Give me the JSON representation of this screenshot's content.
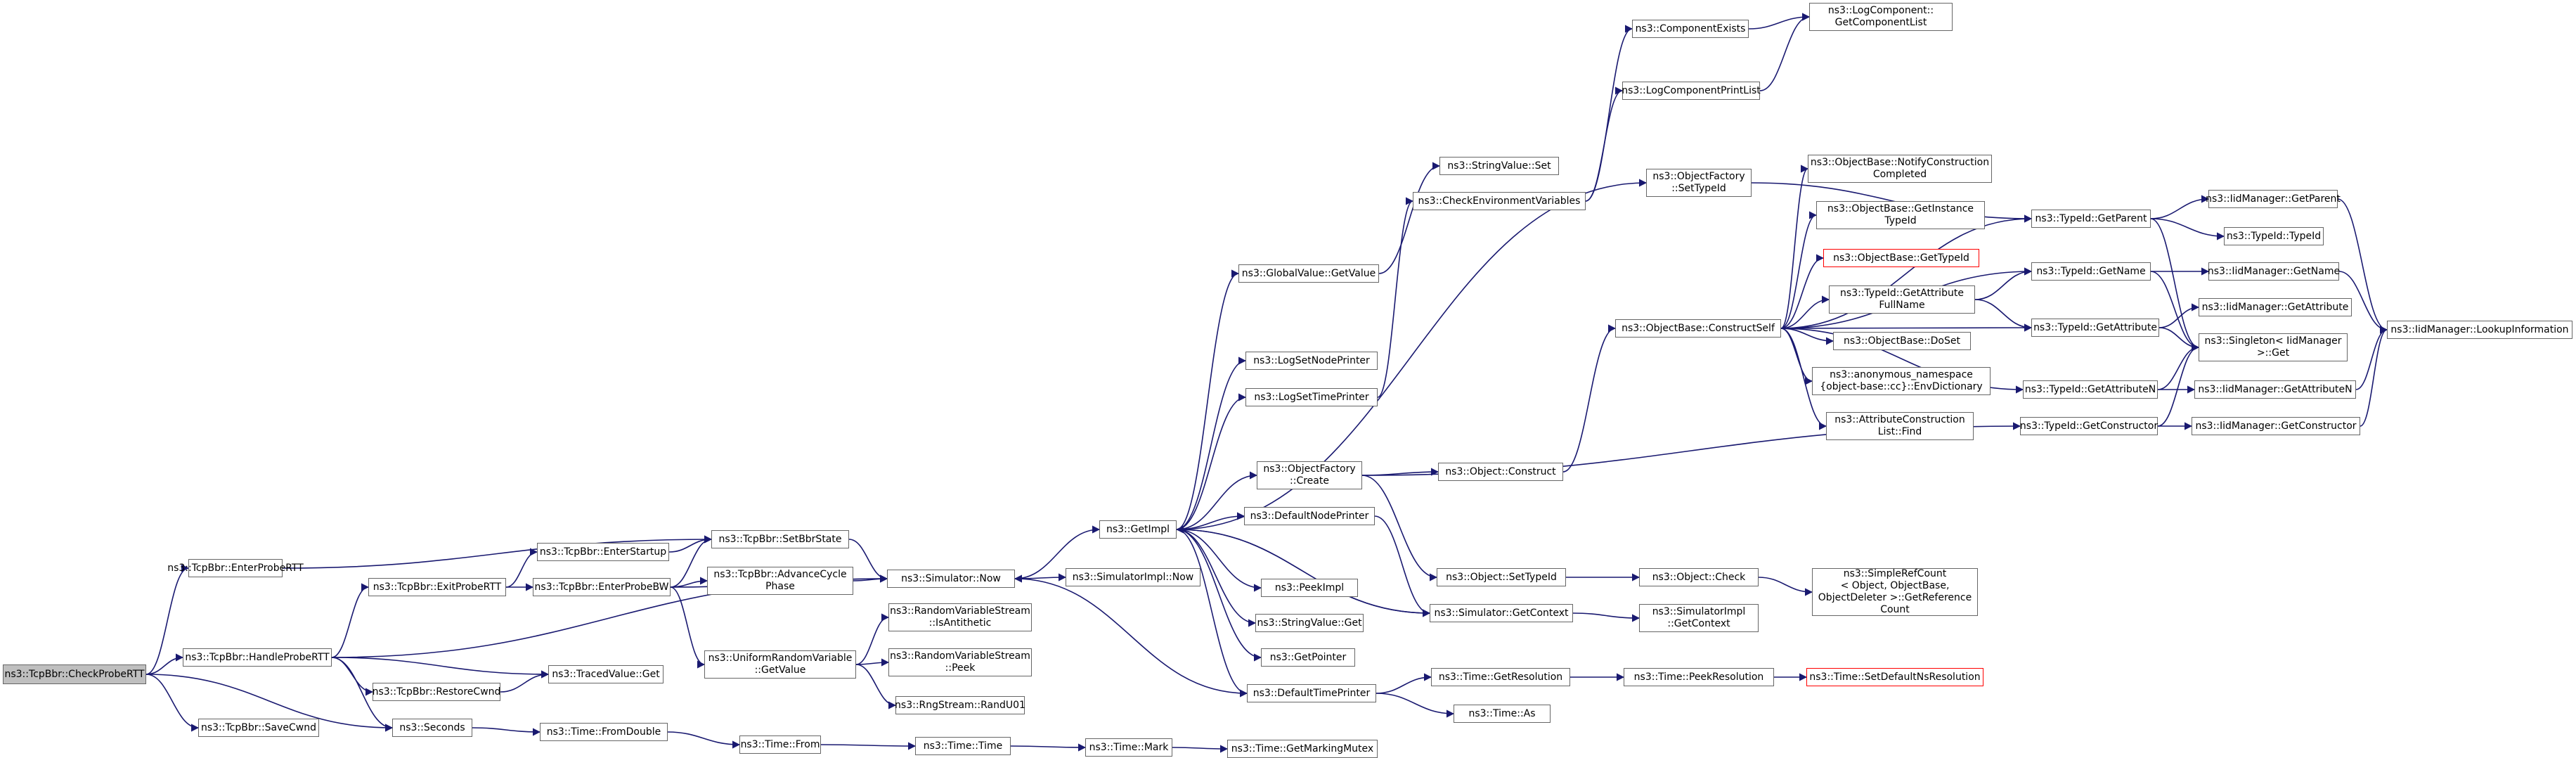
{
  "colors": {
    "edge": "#191970",
    "node_border": "#666666",
    "root_fill": "#bfbfbf",
    "missing_border": "#ff0000"
  },
  "nodes": [
    {
      "id": "n_root",
      "label": "ns3::TcpBbr::CheckProbeRTT",
      "root": true
    },
    {
      "id": "n_enterprobertt",
      "label": "ns3::TcpBbr::EnterProbeRTT"
    },
    {
      "id": "n_handleprobertt",
      "label": "ns3::TcpBbr::HandleProbeRTT"
    },
    {
      "id": "n_savecwnd",
      "label": "ns3::TcpBbr::SaveCwnd"
    },
    {
      "id": "n_setbbrstate",
      "label": "ns3::TcpBbr::SetBbrState"
    },
    {
      "id": "n_exitprobertt",
      "label": "ns3::TcpBbr::ExitProbeRTT"
    },
    {
      "id": "n_enterstartup",
      "label": "ns3::TcpBbr::EnterStartup"
    },
    {
      "id": "n_enterprobebw",
      "label": "ns3::TcpBbr::EnterProbeBW"
    },
    {
      "id": "n_advancecycle",
      "label": "ns3::TcpBbr::AdvanceCycle\nPhase"
    },
    {
      "id": "n_uniform",
      "label": "ns3::UniformRandomVariable\n::GetValue"
    },
    {
      "id": "n_restorecwnd",
      "label": "ns3::TcpBbr::RestoreCwnd"
    },
    {
      "id": "n_tracedvalue",
      "label": "ns3::TracedValue::Get"
    },
    {
      "id": "n_seconds",
      "label": "ns3::Seconds"
    },
    {
      "id": "n_now",
      "label": "ns3::Simulator::Now"
    },
    {
      "id": "n_isantithetic",
      "label": "ns3::RandomVariableStream\n::IsAntithetic"
    },
    {
      "id": "n_rvspeek",
      "label": "ns3::RandomVariableStream\n::Peek"
    },
    {
      "id": "n_randu01",
      "label": "ns3::RngStream::RandU01"
    },
    {
      "id": "n_fromdouble",
      "label": "ns3::Time::FromDouble"
    },
    {
      "id": "n_from",
      "label": "ns3::Time::From"
    },
    {
      "id": "n_timetime",
      "label": "ns3::Time::Time"
    },
    {
      "id": "n_mark",
      "label": "ns3::Time::Mark"
    },
    {
      "id": "n_getmarkingmutex",
      "label": "ns3::Time::GetMarkingMutex"
    },
    {
      "id": "n_simimplnow",
      "label": "ns3::SimulatorImpl::Now"
    },
    {
      "id": "n_getimpl",
      "label": "ns3::GetImpl"
    },
    {
      "id": "n_getvalue",
      "label": "ns3::GlobalValue::GetValue"
    },
    {
      "id": "n_lognodeprinter",
      "label": "ns3::LogSetNodePrinter"
    },
    {
      "id": "n_logtimeprinter",
      "label": "ns3::LogSetTimePrinter"
    },
    {
      "id": "n_ofcreate",
      "label": "ns3::ObjectFactory\n::Create"
    },
    {
      "id": "n_defnodeprinter",
      "label": "ns3::DefaultNodePrinter"
    },
    {
      "id": "n_peekimpl",
      "label": "ns3::PeekImpl"
    },
    {
      "id": "n_strget",
      "label": "ns3::StringValue::Get"
    },
    {
      "id": "n_getpointer",
      "label": "ns3::GetPointer"
    },
    {
      "id": "n_deftimeprinter",
      "label": "ns3::DefaultTimePrinter"
    },
    {
      "id": "n_strset",
      "label": "ns3::StringValue::Set"
    },
    {
      "id": "n_checkenv",
      "label": "ns3::CheckEnvironmentVariables"
    },
    {
      "id": "n_objconstruct",
      "label": "ns3::Object::Construct"
    },
    {
      "id": "n_objsettypeid",
      "label": "ns3::Object::SetTypeId"
    },
    {
      "id": "n_simgetcontext",
      "label": "ns3::Simulator::GetContext"
    },
    {
      "id": "n_getresolution",
      "label": "ns3::Time::GetResolution"
    },
    {
      "id": "n_timeas",
      "label": "ns3::Time::As"
    },
    {
      "id": "n_compexists",
      "label": "ns3::ComponentExists"
    },
    {
      "id": "n_logcomplist",
      "label": "ns3::LogComponentPrintList"
    },
    {
      "id": "n_ofsettypeid",
      "label": "ns3::ObjectFactory\n::SetTypeId"
    },
    {
      "id": "n_constructself",
      "label": "ns3::ObjectBase::ConstructSelf"
    },
    {
      "id": "n_objcheck",
      "label": "ns3::Object::Check"
    },
    {
      "id": "n_simimplctx",
      "label": "ns3::SimulatorImpl\n::GetContext"
    },
    {
      "id": "n_peekres",
      "label": "ns3::Time::PeekResolution"
    },
    {
      "id": "n_getcomplist",
      "label": "ns3::LogComponent::\nGetComponentList"
    },
    {
      "id": "n_notifyconstr",
      "label": "ns3::ObjectBase::NotifyConstruction\nCompleted"
    },
    {
      "id": "n_getinsttypeid",
      "label": "ns3::ObjectBase::GetInstance\nTypeId"
    },
    {
      "id": "n_objgettypeid",
      "label": "ns3::ObjectBase::GetTypeId",
      "missing": true
    },
    {
      "id": "n_getattrfullname",
      "label": "ns3::TypeId::GetAttribute\nFullName"
    },
    {
      "id": "n_doset",
      "label": "ns3::ObjectBase::DoSet"
    },
    {
      "id": "n_envdict",
      "label": "ns3::anonymous_namespace\n{object-base::cc}::EnvDictionary"
    },
    {
      "id": "n_attrconstrfind",
      "label": "ns3::AttributeConstruction\nList::Find"
    },
    {
      "id": "n_simplerefcount",
      "label": "ns3::SimpleRefCount\n< Object, ObjectBase,\nObjectDeleter >::GetReference\nCount"
    },
    {
      "id": "n_setdefaultres",
      "label": "ns3::Time::SetDefaultNsResolution",
      "missing": true
    },
    {
      "id": "n_tidgetparent",
      "label": "ns3::TypeId::GetParent"
    },
    {
      "id": "n_tidgetname",
      "label": "ns3::TypeId::GetName"
    },
    {
      "id": "n_tidgetattribute",
      "label": "ns3::TypeId::GetAttribute"
    },
    {
      "id": "n_tidgetattributen",
      "label": "ns3::TypeId::GetAttributeN"
    },
    {
      "id": "n_tidgetconstructor",
      "label": "ns3::TypeId::GetConstructor"
    },
    {
      "id": "n_iidgetparent",
      "label": "ns3::IidManager::GetParent"
    },
    {
      "id": "n_tidtypeid",
      "label": "ns3::TypeId::TypeId"
    },
    {
      "id": "n_iidgetname",
      "label": "ns3::IidManager::GetName"
    },
    {
      "id": "n_iidgetattribute",
      "label": "ns3::IidManager::GetAttribute"
    },
    {
      "id": "n_singleton",
      "label": "ns3::Singleton< IidManager\n>::Get"
    },
    {
      "id": "n_iidgetattributen",
      "label": "ns3::IidManager::GetAttributeN"
    },
    {
      "id": "n_iidgetconstructor",
      "label": "ns3::IidManager::GetConstructor"
    },
    {
      "id": "n_lookupinfo",
      "label": "ns3::IidManager::LookupInformation"
    }
  ],
  "edges": [
    [
      "n_root",
      "n_enterprobertt"
    ],
    [
      "n_root",
      "n_handleprobertt"
    ],
    [
      "n_root",
      "n_savecwnd"
    ],
    [
      "n_root",
      "n_seconds"
    ],
    [
      "n_enterprobertt",
      "n_setbbrstate"
    ],
    [
      "n_handleprobertt",
      "n_exitprobertt"
    ],
    [
      "n_handleprobertt",
      "n_restorecwnd"
    ],
    [
      "n_handleprobertt",
      "n_tracedvalue"
    ],
    [
      "n_handleprobertt",
      "n_seconds"
    ],
    [
      "n_handleprobertt",
      "n_now"
    ],
    [
      "n_exitprobertt",
      "n_enterstartup"
    ],
    [
      "n_exitprobertt",
      "n_enterprobebw"
    ],
    [
      "n_enterstartup",
      "n_setbbrstate"
    ],
    [
      "n_enterprobebw",
      "n_setbbrstate"
    ],
    [
      "n_enterprobebw",
      "n_advancecycle"
    ],
    [
      "n_enterprobebw",
      "n_uniform"
    ],
    [
      "n_enterprobebw",
      "n_now"
    ],
    [
      "n_setbbrstate",
      "n_now"
    ],
    [
      "n_advancecycle",
      "n_now"
    ],
    [
      "n_uniform",
      "n_isantithetic"
    ],
    [
      "n_uniform",
      "n_rvspeek"
    ],
    [
      "n_uniform",
      "n_randu01"
    ],
    [
      "n_restorecwnd",
      "n_tracedvalue"
    ],
    [
      "n_seconds",
      "n_fromdouble"
    ],
    [
      "n_fromdouble",
      "n_from"
    ],
    [
      "n_from",
      "n_timetime"
    ],
    [
      "n_timetime",
      "n_mark"
    ],
    [
      "n_mark",
      "n_getmarkingmutex"
    ],
    [
      "n_now",
      "n_getimpl"
    ],
    [
      "n_now",
      "n_simimplnow"
    ],
    [
      "n_getimpl",
      "n_getvalue"
    ],
    [
      "n_getimpl",
      "n_lognodeprinter"
    ],
    [
      "n_getimpl",
      "n_logtimeprinter"
    ],
    [
      "n_getimpl",
      "n_ofcreate"
    ],
    [
      "n_getimpl",
      "n_defnodeprinter"
    ],
    [
      "n_getimpl",
      "n_peekimpl"
    ],
    [
      "n_getimpl",
      "n_strget"
    ],
    [
      "n_getimpl",
      "n_getpointer"
    ],
    [
      "n_getimpl",
      "n_deftimeprinter"
    ],
    [
      "n_getimpl",
      "n_simgetcontext"
    ],
    [
      "n_getimpl",
      "n_ofsettypeid"
    ],
    [
      "n_getvalue",
      "n_strset"
    ],
    [
      "n_logtimeprinter",
      "n_checkenv"
    ],
    [
      "n_checkenv",
      "n_compexists"
    ],
    [
      "n_checkenv",
      "n_logcomplist"
    ],
    [
      "n_compexists",
      "n_getcomplist"
    ],
    [
      "n_logcomplist",
      "n_getcomplist"
    ],
    [
      "n_ofcreate",
      "n_objconstruct"
    ],
    [
      "n_ofcreate",
      "n_objsettypeid"
    ],
    [
      "n_ofcreate",
      "n_tidgetconstructor"
    ],
    [
      "n_defnodeprinter",
      "n_simgetcontext"
    ],
    [
      "n_deftimeprinter",
      "n_now"
    ],
    [
      "n_deftimeprinter",
      "n_getresolution"
    ],
    [
      "n_deftimeprinter",
      "n_timeas"
    ],
    [
      "n_objconstruct",
      "n_constructself"
    ],
    [
      "n_objsettypeid",
      "n_objcheck"
    ],
    [
      "n_objcheck",
      "n_simplerefcount"
    ],
    [
      "n_simgetcontext",
      "n_simimplctx"
    ],
    [
      "n_simgetcontext",
      "n_getimpl"
    ],
    [
      "n_getresolution",
      "n_peekres"
    ],
    [
      "n_peekres",
      "n_setdefaultres"
    ],
    [
      "n_ofsettypeid",
      "n_tidgetparent"
    ],
    [
      "n_constructself",
      "n_notifyconstr"
    ],
    [
      "n_constructself",
      "n_getinsttypeid"
    ],
    [
      "n_constructself",
      "n_objgettypeid"
    ],
    [
      "n_constructself",
      "n_getattrfullname"
    ],
    [
      "n_constructself",
      "n_doset"
    ],
    [
      "n_constructself",
      "n_envdict"
    ],
    [
      "n_constructself",
      "n_attrconstrfind"
    ],
    [
      "n_constructself",
      "n_tidgetparent"
    ],
    [
      "n_constructself",
      "n_tidgetname"
    ],
    [
      "n_constructself",
      "n_tidgetattribute"
    ],
    [
      "n_constructself",
      "n_tidgetattributen"
    ],
    [
      "n_getattrfullname",
      "n_tidgetname"
    ],
    [
      "n_getattrfullname",
      "n_tidgetattribute"
    ],
    [
      "n_tidgetparent",
      "n_iidgetparent"
    ],
    [
      "n_tidgetparent",
      "n_tidtypeid"
    ],
    [
      "n_tidgetparent",
      "n_singleton"
    ],
    [
      "n_tidgetname",
      "n_iidgetname"
    ],
    [
      "n_tidgetname",
      "n_singleton"
    ],
    [
      "n_tidgetattribute",
      "n_iidgetattribute"
    ],
    [
      "n_tidgetattribute",
      "n_singleton"
    ],
    [
      "n_tidgetattributen",
      "n_iidgetattributen"
    ],
    [
      "n_tidgetattributen",
      "n_singleton"
    ],
    [
      "n_tidgetconstructor",
      "n_iidgetconstructor"
    ],
    [
      "n_tidgetconstructor",
      "n_singleton"
    ],
    [
      "n_iidgetparent",
      "n_lookupinfo"
    ],
    [
      "n_iidgetname",
      "n_lookupinfo"
    ],
    [
      "n_iidgetattributen",
      "n_lookupinfo"
    ],
    [
      "n_iidgetconstructor",
      "n_lookupinfo"
    ]
  ]
}
